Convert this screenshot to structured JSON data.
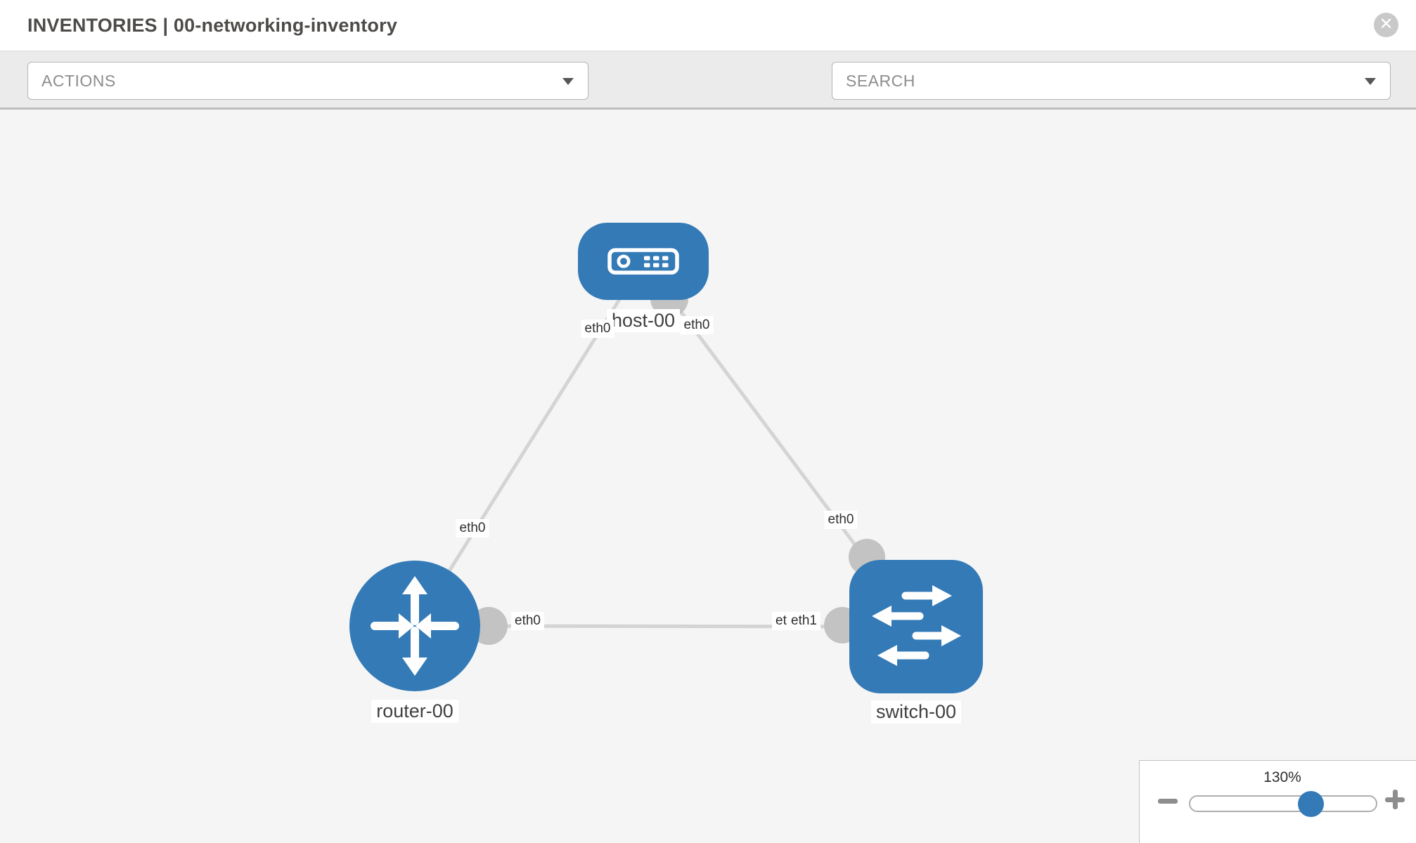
{
  "header": {
    "title": "INVENTORIES | 00-networking-inventory",
    "close_glyph": "✕"
  },
  "toolbar": {
    "actions": {
      "label": "ACTIONS"
    },
    "search": {
      "label": "SEARCH"
    },
    "tools": [
      {
        "icon": "wrench-icon"
      },
      {
        "icon": "key-icon"
      }
    ]
  },
  "graph": {
    "nodes": [
      {
        "id": "host-00",
        "label": "host-00",
        "type": "host",
        "shape": "rounded-rect",
        "icon": "server-icon"
      },
      {
        "id": "router-00",
        "label": "router-00",
        "type": "router",
        "shape": "circle",
        "icon": "router-arrows-icon"
      },
      {
        "id": "switch-00",
        "label": "switch-00",
        "type": "switch",
        "shape": "rounded-square",
        "icon": "switch-arrows-icon"
      }
    ],
    "links": [
      {
        "source": "host-00",
        "target": "router-00",
        "source_interface": "eth0",
        "target_interface": "eth0"
      },
      {
        "source": "host-00",
        "target": "switch-00",
        "source_interface": "eth0",
        "target_interface": "eth0"
      },
      {
        "source": "router-00",
        "target": "switch-00",
        "source_interface": "eth0",
        "target_interface": "eth1",
        "target_interface_overlapped": "eth0"
      }
    ]
  },
  "zoom_control": {
    "level": "130%"
  },
  "colors": {
    "node_blue": "#337ab7",
    "link_gray": "#d4d4d4",
    "interface_circle_gray": "#c3c3c3",
    "canvas_bg": "#f5f5f5",
    "toolbar_bg": "#ebebeb",
    "header_bg": "#ffffff",
    "title_text": "#4d4b48",
    "muted_text": "#8d8d8d"
  }
}
